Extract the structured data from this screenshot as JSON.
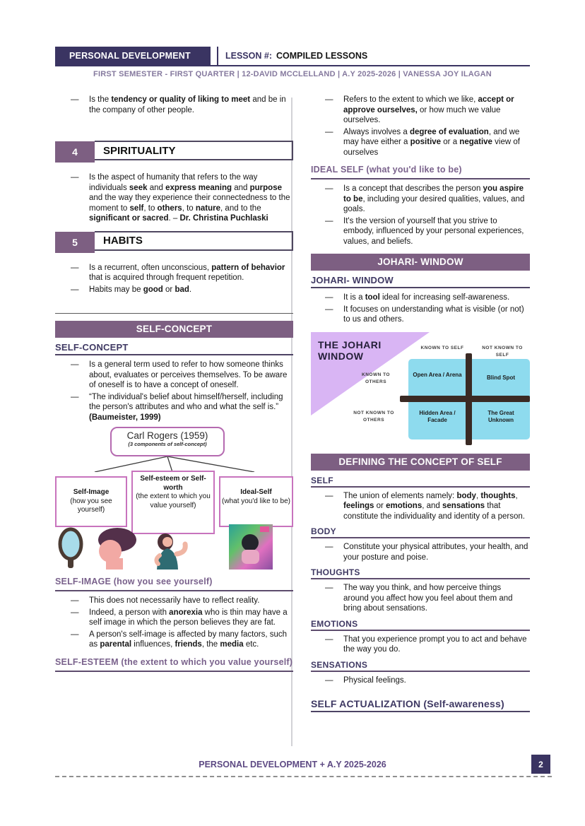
{
  "ui": {
    "bullet_marker": "—"
  },
  "colors": {
    "navy": "#3a3462",
    "banner_purple": "#7d5f82",
    "heading_purple": "#7a628c",
    "heading_navy": "#3f3963",
    "diagram_border_pink": "#c873bd",
    "johari_lilac": "#d9b5f4",
    "johari_cyan": "#8edbee",
    "johari_bar_brown": "#3a2a24"
  },
  "header": {
    "badge": "PERSONAL DEVELOPMENT",
    "lesson_label": "LESSON #:",
    "lesson_title": "COMPILED LESSONS",
    "subtitle": "FIRST SEMESTER - FIRST QUARTER | 12-DAVID MCCLELLAND | A.Y 2025-2026 | VANESSA JOY ILAGAN"
  },
  "footer": {
    "text": "PERSONAL DEVELOPMENT + A.Y 2025-2026",
    "page_number": "2"
  },
  "left": {
    "intro_bullets": [
      [
        [
          "Is the "
        ],
        [
          "tendency or quality of liking to meet",
          "b"
        ],
        [
          " and be in the company of other people."
        ]
      ]
    ],
    "sec4": {
      "num": "4",
      "title": "SPIRITUALITY",
      "bullets": [
        [
          [
            "Is the aspect of humanity that refers to the way individuals "
          ],
          [
            "seek",
            "b"
          ],
          [
            " and "
          ],
          [
            "express meaning",
            "b"
          ],
          [
            " and "
          ],
          [
            "purpose",
            "b"
          ],
          [
            " and the way they experience their connectedness to the moment to "
          ],
          [
            "self",
            "b"
          ],
          [
            ", to "
          ],
          [
            "others",
            "b"
          ],
          [
            ", to "
          ],
          [
            "nature",
            "b"
          ],
          [
            ", and to the "
          ],
          [
            "significant or sacred",
            "b"
          ],
          [
            ". – "
          ],
          [
            "Dr. Christina Puchlaski",
            "b"
          ]
        ]
      ]
    },
    "sec5": {
      "num": "5",
      "title": "HABITS",
      "bullets": [
        [
          [
            "Is a recurrent, often unconscious, "
          ],
          [
            "pattern of behavior",
            "b"
          ],
          [
            " that is acquired through frequent repetition."
          ]
        ],
        [
          [
            "Habits may be "
          ],
          [
            "good",
            "b"
          ],
          [
            " or "
          ],
          [
            "bad",
            "b"
          ],
          [
            "."
          ]
        ]
      ]
    },
    "self_concept": {
      "banner": "SELF-CONCEPT",
      "heading": "SELF-CONCEPT",
      "bullets": [
        [
          [
            "Is a general term used to refer to how someone thinks about, evaluates or perceives themselves. To be aware of oneself is to have a concept of oneself."
          ]
        ],
        [
          [
            "“The individual's belief about himself/herself, including the person's attributes and who and what the self is.” "
          ],
          [
            "(Baumeister, 1999)",
            "b"
          ]
        ]
      ]
    },
    "diagram": {
      "root_title": "Carl Rogers (1959)",
      "root_subtitle": "(3 components of self-concept)",
      "boxes": [
        {
          "title": "Self-Image",
          "subtitle": "(how you see yourself)"
        },
        {
          "title": "Self-esteem or Self-worth",
          "subtitle": "(the extent to which you value yourself)"
        },
        {
          "title": "Ideal-Self",
          "subtitle": "(what you'd like to be)"
        }
      ]
    },
    "self_image": {
      "heading": "SELF-IMAGE (how you see yourself)",
      "bullets": [
        [
          [
            "This does not necessarily have to reflect reality."
          ]
        ],
        [
          [
            "Indeed, a person with "
          ],
          [
            "anorexia",
            "b"
          ],
          [
            " who is thin may have a self image in which the person believes they are fat."
          ]
        ],
        [
          [
            "A person's self-image is affected by many factors, such as "
          ],
          [
            "parental",
            "b"
          ],
          [
            " influences, "
          ],
          [
            "friends",
            "b"
          ],
          [
            ", the "
          ],
          [
            "media",
            "b"
          ],
          [
            " etc."
          ]
        ]
      ]
    },
    "self_esteem_heading": "SELF-ESTEEM (the extent to which you value yourself)"
  },
  "right": {
    "self_esteem_bullets": [
      [
        [
          "Refers to the extent to which we like, "
        ],
        [
          "accept or approve ourselves,",
          "b"
        ],
        [
          " or how much we value ourselves."
        ]
      ],
      [
        [
          "Always involves a "
        ],
        [
          "degree of evaluation",
          "b"
        ],
        [
          ", and we may have either a "
        ],
        [
          "positive",
          "b"
        ],
        [
          " or a "
        ],
        [
          "negative",
          "b"
        ],
        [
          " view of ourselves"
        ]
      ]
    ],
    "ideal_self": {
      "heading": "IDEAL SELF (what you'd like to be)",
      "bullets": [
        [
          [
            "Is a concept that describes the person "
          ],
          [
            "you aspire to be",
            "b"
          ],
          [
            ", including your desired qualities, values, and goals."
          ]
        ],
        [
          [
            "It's the version of yourself that you strive to embody, influenced by your personal experiences, values, and beliefs."
          ]
        ]
      ]
    },
    "johari": {
      "banner": "JOHARI- WINDOW",
      "heading": "JOHARI- WINDOW",
      "bullets": [
        [
          [
            "It is a "
          ],
          [
            "tool",
            "b"
          ],
          [
            " ideal for increasing self-awareness."
          ]
        ],
        [
          [
            "It focuses on understanding what is visible (or not) to us and others."
          ]
        ]
      ],
      "figure": {
        "title": "THE JOHARI WINDOW",
        "col_labels": [
          "KNOWN TO SELF",
          "NOT KNOWN TO SELF"
        ],
        "row_labels": [
          "KNOWN TO OTHERS",
          "NOT KNOWN TO OTHERS"
        ],
        "quadrants": [
          "Open Area / Arena",
          "Blind Spot",
          "Hidden Area / Facade",
          "The Great Unknown"
        ]
      }
    },
    "defining": {
      "banner": "DEFINING THE CONCEPT OF SELF",
      "entries": [
        {
          "heading": "SELF",
          "bullets": [
            [
              [
                "The union of elements namely: "
              ],
              [
                "body",
                "b"
              ],
              [
                ", "
              ],
              [
                "thoughts",
                "b"
              ],
              [
                ", "
              ],
              [
                "feelings",
                "b"
              ],
              [
                " or "
              ],
              [
                "emotions",
                "b"
              ],
              [
                ", and "
              ],
              [
                "sensations",
                "b"
              ],
              [
                " that constitute the individuality and identity of a person."
              ]
            ]
          ]
        },
        {
          "heading": "BODY",
          "bullets": [
            [
              [
                "Constitute your physical attributes, your health, and your posture and poise."
              ]
            ]
          ]
        },
        {
          "heading": "THOUGHTS",
          "bullets": [
            [
              [
                "The way you think, and how perceive things around you affect how you feel about them and bring about sensations."
              ]
            ]
          ]
        },
        {
          "heading": "EMOTIONS",
          "bullets": [
            [
              [
                "That you experience prompt you to act and behave the way you do."
              ]
            ]
          ]
        },
        {
          "heading": "SENSATIONS",
          "bullets": [
            [
              [
                "Physical feelings."
              ]
            ]
          ]
        }
      ]
    },
    "self_actualization_heading": "SELF ACTUALIZATION (Self-awareness)"
  }
}
